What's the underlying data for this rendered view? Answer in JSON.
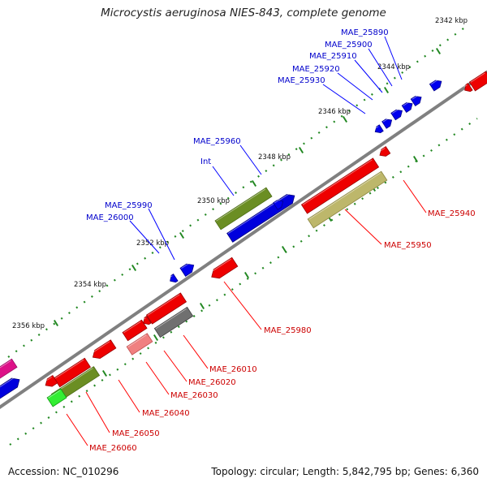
{
  "header": {
    "title": "Microcystis aeruginosa NIES-843, complete genome"
  },
  "footer": {
    "accession": "Accession: NC_010296",
    "summary": "Topology: circular; Length: 5,842,795 bp; Genes: 6,360"
  },
  "colors": {
    "forward_label": "#0000cc",
    "reverse_label": "#cc0000",
    "backbone": "#808080",
    "tick": "#228822",
    "callout_forward": "#0000ff",
    "callout_reverse": "#ff0000"
  },
  "ticks": [
    "2342 kbp",
    "2344 kbp",
    "2346 kbp",
    "2348 kbp",
    "2350 kbp",
    "2352 kbp",
    "2354 kbp",
    "2356 kbp"
  ],
  "labels": {
    "forward": [
      "MAE_25890",
      "MAE_25900",
      "MAE_25910",
      "MAE_25920",
      "MAE_25930",
      "MAE_25960",
      "Int",
      "MAE_25990",
      "MAE_26000"
    ],
    "reverse": [
      "MAE_25940",
      "MAE_25950",
      "MAE_25980",
      "MAE_26010",
      "MAE_26020",
      "MAE_26030",
      "MAE_26040",
      "MAE_26050",
      "MAE_26060"
    ]
  }
}
